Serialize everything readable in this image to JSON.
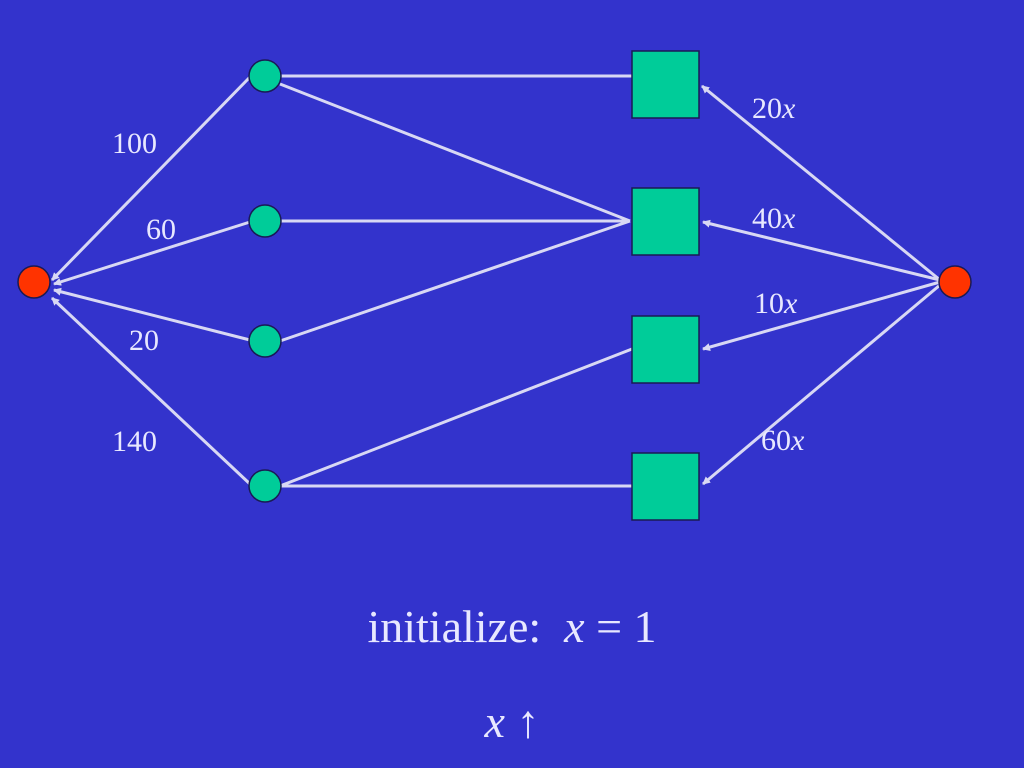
{
  "colors": {
    "background": "#3333cc",
    "edge": "#d8d8f4",
    "circle_node": "#00cc99",
    "square_node": "#00cc99",
    "terminal_node": "#ff3300"
  },
  "left_edges": {
    "top": "100",
    "upper": "60",
    "lower": "20",
    "bottom": "140"
  },
  "right_edges": {
    "top": {
      "coef": "20",
      "var": "x"
    },
    "upper": {
      "coef": "40",
      "var": "x"
    },
    "lower": {
      "coef": "10",
      "var": "x"
    },
    "bottom": {
      "coef": "60",
      "var": "x"
    }
  },
  "caption": {
    "prefix": "initialize:  ",
    "var": "x",
    "suffix": " = 1"
  },
  "increase": {
    "var": "x",
    "arrow": "↑"
  }
}
